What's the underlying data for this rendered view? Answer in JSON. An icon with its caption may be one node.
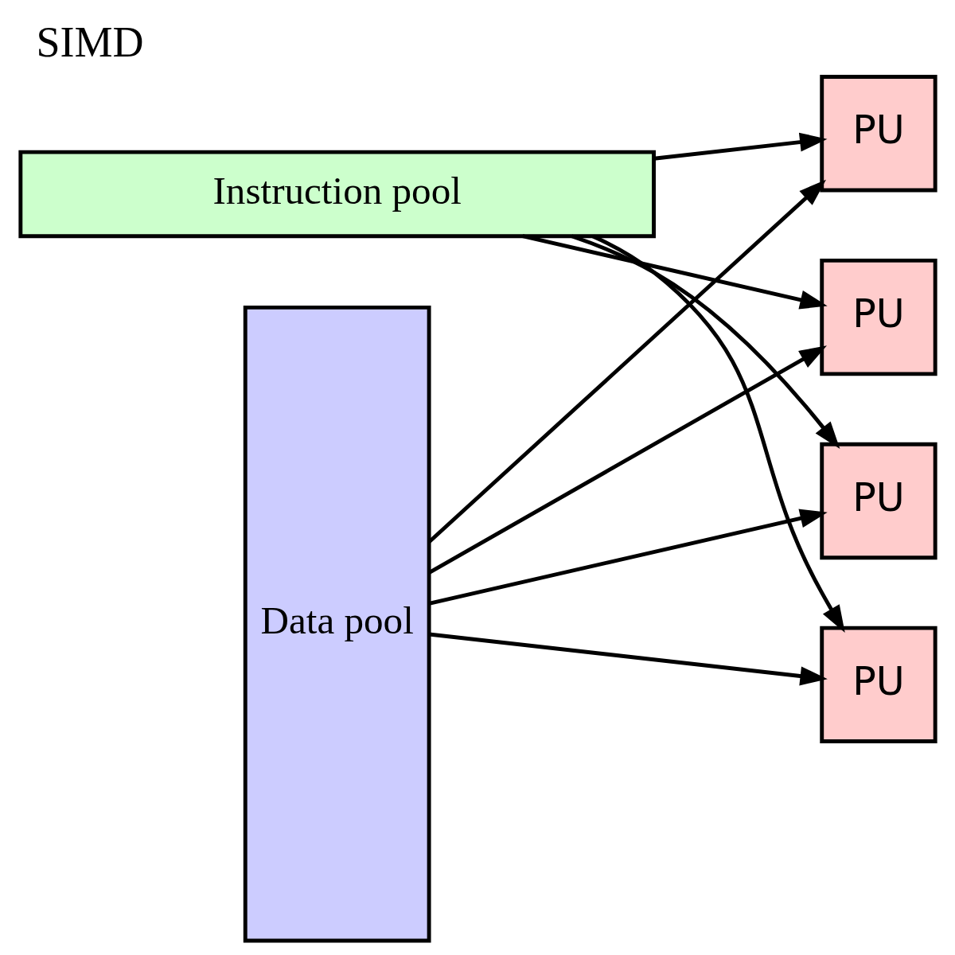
{
  "diagram": {
    "title": "SIMD",
    "nodes": [
      {
        "text": [
          "Instruction pool"
        ]
      },
      {
        "text": [
          "Data pool"
        ]
      },
      {
        "text": [
          "PU"
        ]
      },
      {
        "text": [
          "PU"
        ]
      },
      {
        "text": [
          "PU"
        ]
      },
      {
        "text": [
          "PU"
        ]
      }
    ],
    "edges": [
      {
        "from": 1,
        "to": 2,
        "arrow": "to"
      },
      {
        "from": 1,
        "to": 3,
        "arrow": "to"
      },
      {
        "from": 1,
        "to": 4,
        "arrow": "to"
      },
      {
        "from": 1,
        "to": 5,
        "arrow": "to"
      },
      {
        "from": 0,
        "to": 2,
        "arrow": "to"
      },
      {
        "from": 0,
        "to": 3,
        "arrow": "to"
      },
      {
        "from": 0,
        "to": 4,
        "arrow": "to"
      },
      {
        "from": 0,
        "to": 5,
        "arrow": "to"
      }
    ]
  }
}
